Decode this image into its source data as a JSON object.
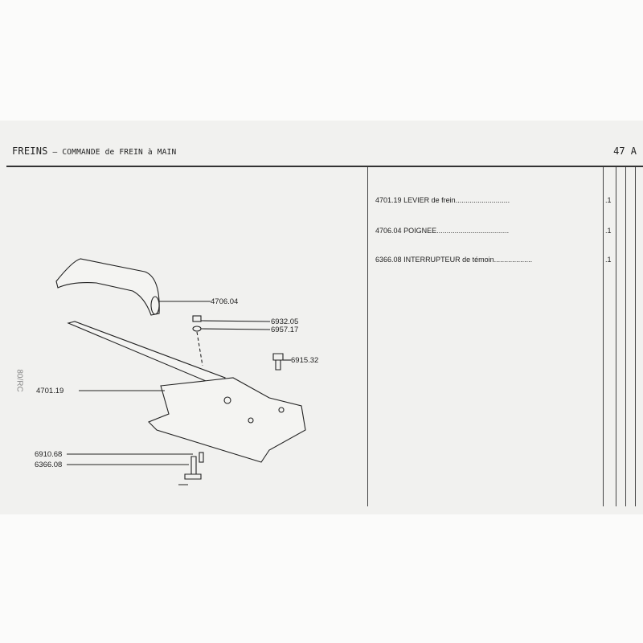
{
  "header": {
    "title": "FREINS",
    "separator": " – ",
    "subtitle": "COMMANDE de FREIN à MAIN",
    "page_number": "47 A"
  },
  "parts": [
    {
      "ref": "4701.19",
      "name": "LEVIER de frein",
      "dots": "...........................",
      "qty": ".1"
    },
    {
      "ref": "4706.04",
      "name": "POIGNEE",
      "dots": "....................................",
      "qty": ".1"
    },
    {
      "ref": "6366.08",
      "name": "INTERRUPTEUR de témoin",
      "dots": "...................",
      "qty": ".1"
    }
  ],
  "callouts": [
    "4706.04",
    "6932.05",
    "6957.17",
    "6915.32",
    "4701.19",
    "6910.68",
    "6366.08"
  ],
  "stamp": "80/RC"
}
